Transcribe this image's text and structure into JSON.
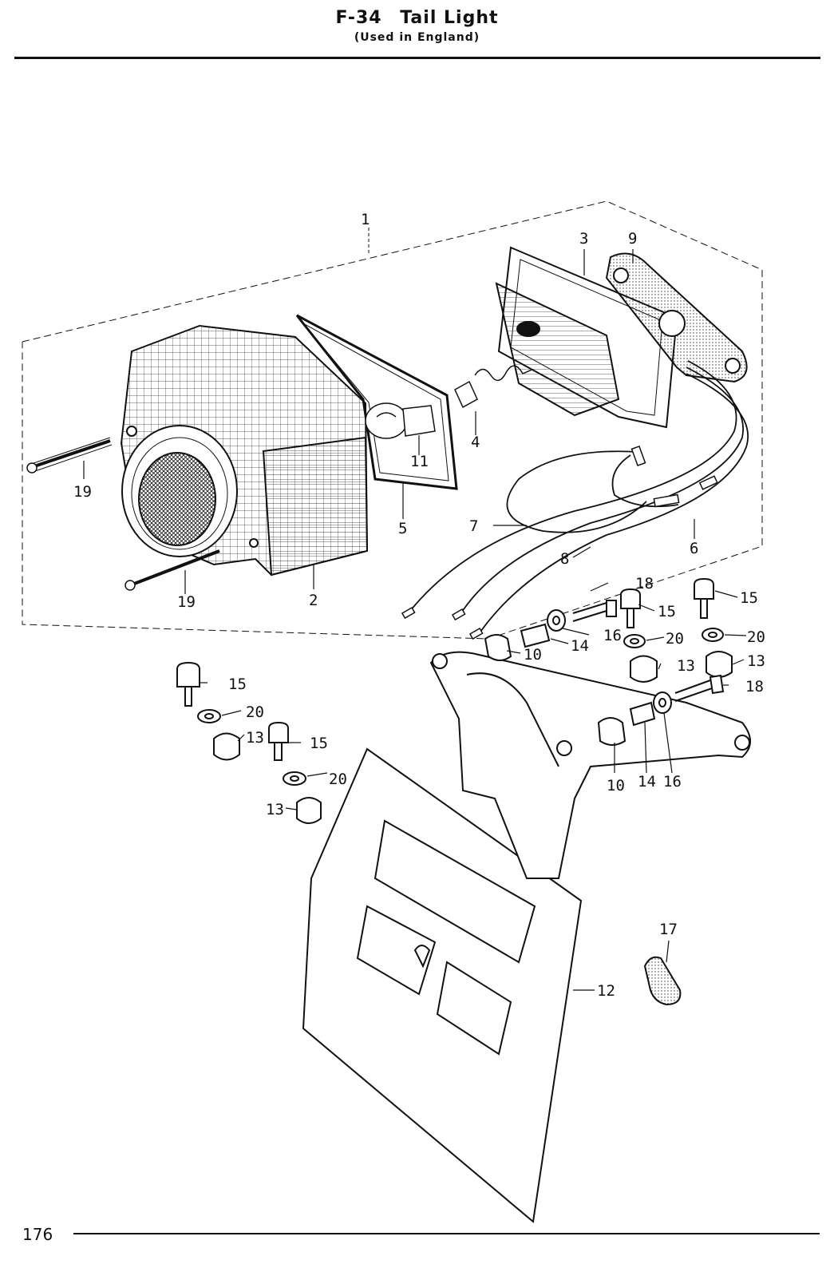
{
  "header": {
    "code": "F-34",
    "title": "Tail Light",
    "subtitle": "(Used in England)"
  },
  "footer": {
    "page_number": "176"
  },
  "parts": [
    {
      "id": "label-1",
      "text": "1"
    },
    {
      "id": "label-2",
      "text": "2"
    },
    {
      "id": "label-3",
      "text": "3"
    },
    {
      "id": "label-4",
      "text": "4"
    },
    {
      "id": "label-5",
      "text": "5"
    },
    {
      "id": "label-6",
      "text": "6"
    },
    {
      "id": "label-7",
      "text": "7"
    },
    {
      "id": "label-8",
      "text": "8"
    },
    {
      "id": "label-9",
      "text": "9"
    },
    {
      "id": "label-10a",
      "text": "10"
    },
    {
      "id": "label-10b",
      "text": "10"
    },
    {
      "id": "label-11",
      "text": "11"
    },
    {
      "id": "label-12",
      "text": "12"
    },
    {
      "id": "label-13a",
      "text": "13"
    },
    {
      "id": "label-13b",
      "text": "13"
    },
    {
      "id": "label-13c",
      "text": "13"
    },
    {
      "id": "label-13d",
      "text": "13"
    },
    {
      "id": "label-14a",
      "text": "14"
    },
    {
      "id": "label-14b",
      "text": "14"
    },
    {
      "id": "label-15a",
      "text": "15"
    },
    {
      "id": "label-15b",
      "text": "15"
    },
    {
      "id": "label-15c",
      "text": "15"
    },
    {
      "id": "label-15d",
      "text": "15"
    },
    {
      "id": "label-16a",
      "text": "16"
    },
    {
      "id": "label-16b",
      "text": "16"
    },
    {
      "id": "label-17",
      "text": "17"
    },
    {
      "id": "label-18a",
      "text": "18"
    },
    {
      "id": "label-18b",
      "text": "18"
    },
    {
      "id": "label-19a",
      "text": "19"
    },
    {
      "id": "label-19b",
      "text": "19"
    },
    {
      "id": "label-20a",
      "text": "20"
    },
    {
      "id": "label-20b",
      "text": "20"
    },
    {
      "id": "label-20c",
      "text": "20"
    },
    {
      "id": "label-20d",
      "text": "20"
    }
  ]
}
